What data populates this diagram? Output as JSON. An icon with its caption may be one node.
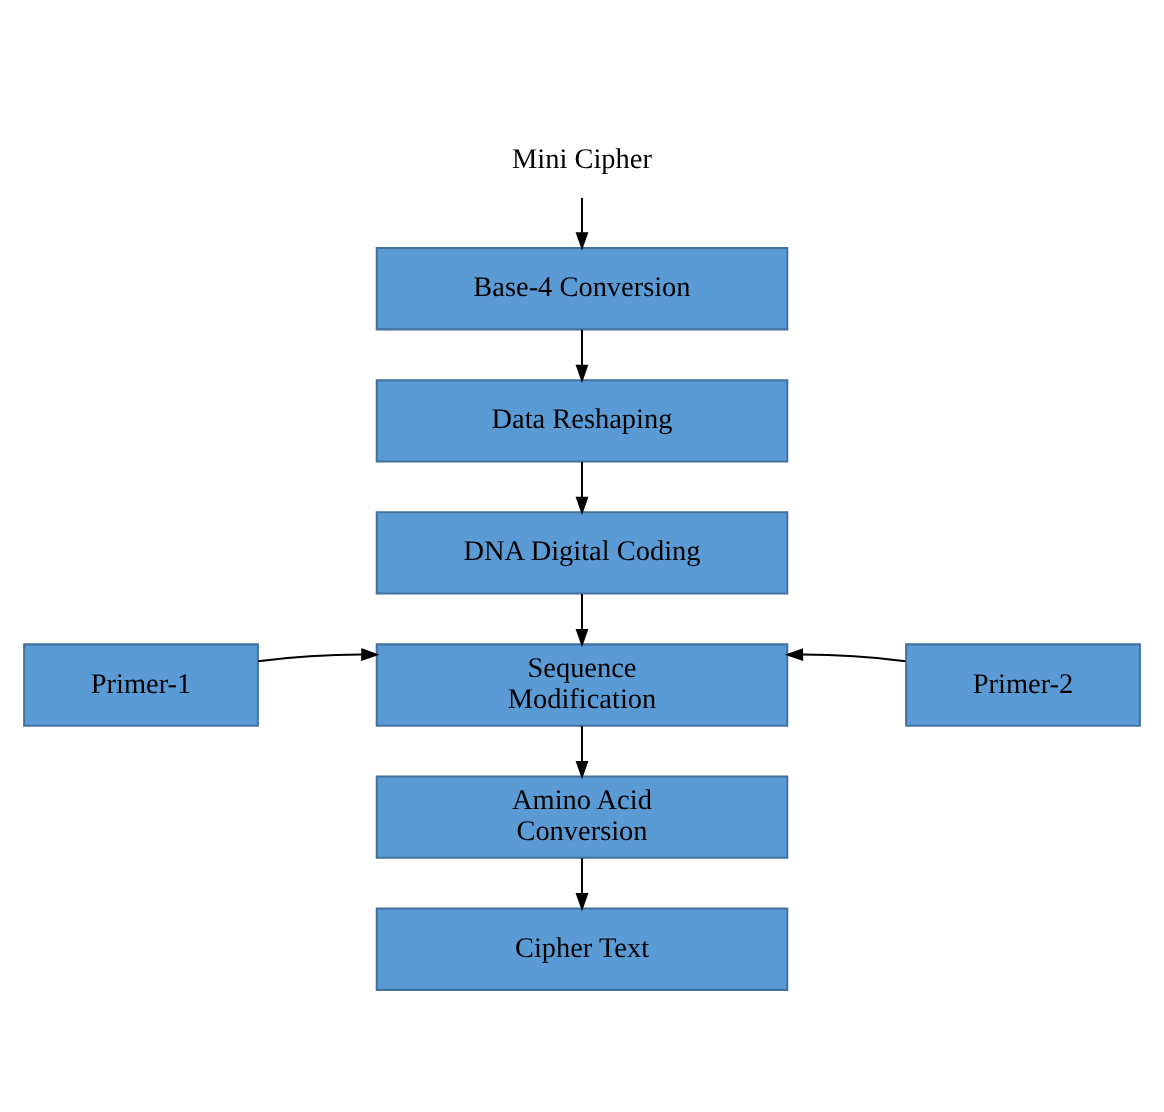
{
  "diagram": {
    "nodes": [
      {
        "text": [
          "Mini Cipher"
        ]
      },
      {
        "text": [
          "Base-4 Conversion"
        ]
      },
      {
        "text": [
          "Data Reshaping"
        ]
      },
      {
        "text": [
          "DNA Digital Coding"
        ]
      },
      {
        "text": [
          "Primer-1"
        ]
      },
      {
        "text": [
          "Sequence Modification"
        ]
      },
      {
        "text": [
          "Primer-2"
        ]
      },
      {
        "text": [
          "Amino Acid Conversion"
        ]
      },
      {
        "text": [
          "Cipher Text"
        ]
      }
    ],
    "edges": [
      {
        "from": 0,
        "to": 1,
        "arrow": "to"
      },
      {
        "from": 1,
        "to": 2,
        "arrow": "to"
      },
      {
        "from": 2,
        "to": 3,
        "arrow": "to"
      },
      {
        "from": 3,
        "to": 5,
        "arrow": "to"
      },
      {
        "from": 4,
        "to": 5,
        "arrow": "to"
      },
      {
        "from": 6,
        "to": 5,
        "arrow": "to"
      },
      {
        "from": 5,
        "to": 7,
        "arrow": "to"
      },
      {
        "from": 7,
        "to": 8,
        "arrow": "to"
      }
    ]
  }
}
